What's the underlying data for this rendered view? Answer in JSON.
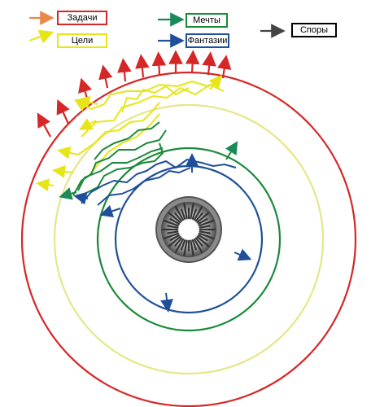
{
  "legend": {
    "tasks": {
      "label": "Задачи",
      "color": "#d62728",
      "arrow_color": "#e8884a"
    },
    "goals": {
      "label": "Цели",
      "color": "#e6e617",
      "arrow_color": "#e6e617"
    },
    "dreams": {
      "label": "Мечты",
      "color": "#1a8a3a",
      "arrow_color": "#1a8a5a"
    },
    "fantasies": {
      "label": "Фантазии",
      "color": "#1f4f9a",
      "arrow_color": "#1f4f9a"
    },
    "disputes": {
      "label": "Споры",
      "color": "#000000",
      "arrow_color": "#444444"
    }
  },
  "rings": {
    "tasks_color": "#d62728",
    "goals_color": "#e6e68a",
    "dreams_color": "#1a8a3a",
    "fantasies_color": "#1f4f9a"
  },
  "core": {
    "color": "#555555",
    "icon": "sunburst-core-icon"
  }
}
